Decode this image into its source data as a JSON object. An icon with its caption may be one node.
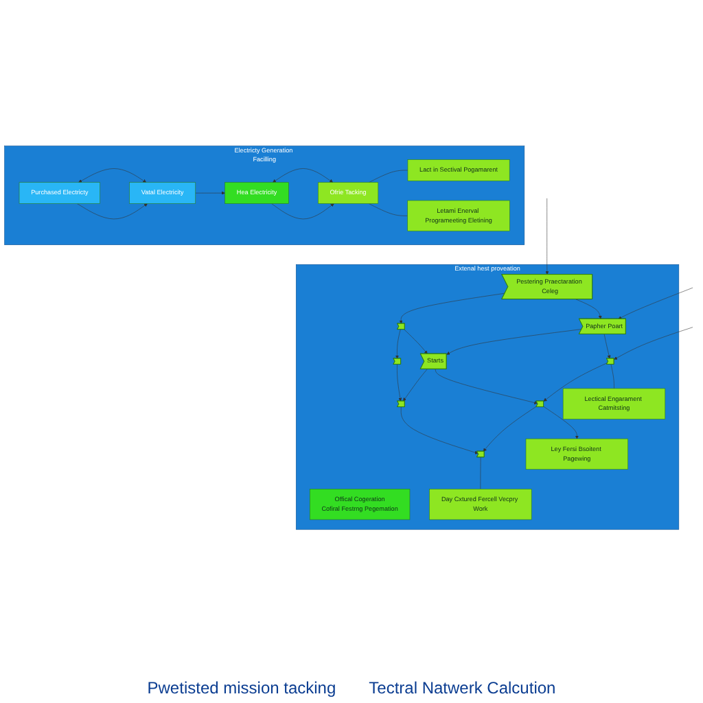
{
  "diagram": {
    "nodes": [
      {
        "text": [
          "Electricty Generation Facilling"
        ]
      },
      {
        "text": [
          "Purchased Electricty"
        ],
        "in": 0
      },
      {
        "text": [
          "Vatal Electricity"
        ],
        "in": 0
      },
      {
        "text": [
          "Hea Electricity"
        ],
        "in": 0
      },
      {
        "text": [
          "Ofrie Tacking"
        ],
        "in": 0
      },
      {
        "text": [
          "Lact in Sectival Pogamarent"
        ],
        "in": 0
      },
      {
        "text": [
          "Letami Enerval Programeeting Eletining"
        ],
        "in": 0
      },
      {
        "text": [
          "Extenal hest proveation"
        ]
      },
      {
        "text": [
          "Offical Cogeration",
          "Cofiral Festrng Pegemation"
        ],
        "in": 7
      },
      {
        "text": [
          "Pestering Praectaration Celeg"
        ],
        "in": 7
      },
      {
        "text": [
          "Papher Poart"
        ],
        "in": 7
      },
      {
        "text": [],
        "shape": "box",
        "in": 7
      },
      {
        "text": [],
        "shape": "box",
        "in": 7
      },
      {
        "text": [
          "Starts"
        ],
        "in": 7
      },
      {
        "text": [],
        "shape": "box",
        "in": 7
      },
      {
        "text": [],
        "shape": "box",
        "in": 7
      },
      {
        "text": [],
        "shape": "box",
        "in": 7
      },
      {
        "text": [],
        "shape": "box",
        "in": 7
      },
      {
        "text": [
          "Lectical Engarament Catmitsting"
        ],
        "in": 7
      },
      {
        "text": [
          "Ley Fersi Bsoitent Pagewing"
        ],
        "in": 7
      },
      {
        "text": [
          "Day Cxtured Fercell Vecpry Work"
        ],
        "in": 7
      }
    ],
    "edges": [
      {
        "from": 1,
        "to": 2,
        "arrow": "both"
      },
      {
        "from": 1,
        "to": 2,
        "arrow": "to"
      },
      {
        "from": 2,
        "to": 3,
        "arrow": "to"
      },
      {
        "from": 3,
        "to": 4,
        "arrow": "both"
      },
      {
        "from": 3,
        "to": 4,
        "arrow": "to"
      },
      {
        "from": 4,
        "to": 5,
        "arrow": "none"
      },
      {
        "from": 4,
        "to": 6,
        "arrow": "none"
      },
      {
        "from": null,
        "to": 9,
        "arrow": "to"
      },
      {
        "from": null,
        "to": 10,
        "arrow": "to"
      },
      {
        "from": null,
        "to": 11,
        "arrow": "to"
      },
      {
        "from": 9,
        "to": 10,
        "arrow": "to"
      },
      {
        "from": 10,
        "to": 11,
        "arrow": "to"
      },
      {
        "from": 11,
        "to": 18,
        "arrow": "none"
      },
      {
        "from": 12,
        "to": 13,
        "arrow": "to"
      },
      {
        "from": 13,
        "to": 14,
        "arrow": "to"
      },
      {
        "from": 14,
        "to": 19,
        "arrow": "to"
      },
      {
        "from": 15,
        "to": 16,
        "arrow": "to"
      },
      {
        "from": 16,
        "to": 17,
        "arrow": "to"
      },
      {
        "from": 17,
        "to": 20,
        "arrow": "none"
      },
      {
        "from": 9,
        "to": 12,
        "arrow": "to"
      },
      {
        "from": 12,
        "to": 15,
        "arrow": "to"
      },
      {
        "from": 10,
        "to": 13,
        "arrow": "to"
      },
      {
        "from": 13,
        "to": 16,
        "arrow": "to"
      },
      {
        "from": 11,
        "to": 14,
        "arrow": "to"
      },
      {
        "from": 14,
        "to": 17,
        "arrow": "to"
      }
    ],
    "labels": [
      "Pwetisted mission tacking",
      "Tectral Natwerk Calcution"
    ]
  }
}
